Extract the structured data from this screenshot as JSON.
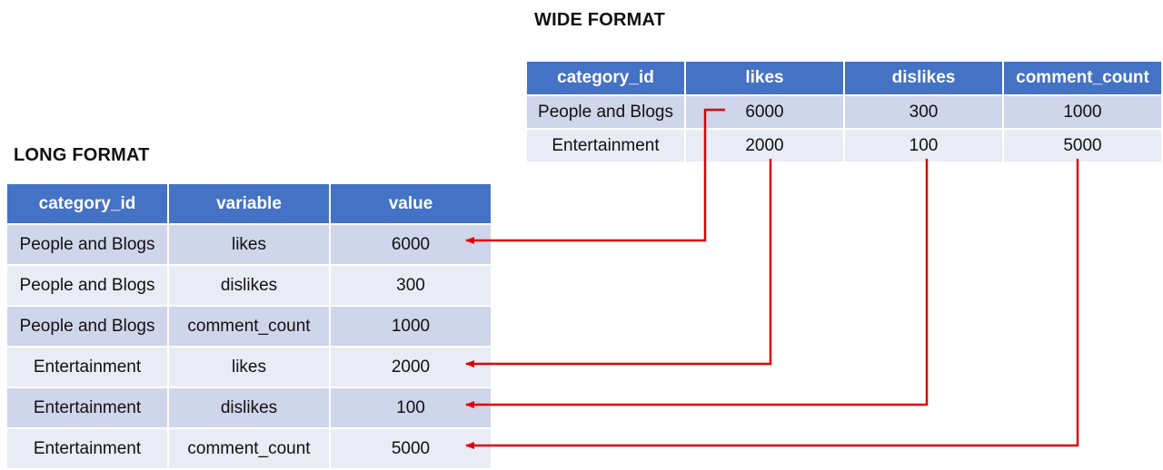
{
  "wide": {
    "title": "WIDE FORMAT",
    "headers": [
      "category_id",
      "likes",
      "dislikes",
      "comment_count"
    ],
    "rows": [
      [
        "People and Blogs",
        "6000",
        "300",
        "1000"
      ],
      [
        "Entertainment",
        "2000",
        "100",
        "5000"
      ]
    ]
  },
  "long": {
    "title": "LONG FORMAT",
    "headers": [
      "category_id",
      "variable",
      "value"
    ],
    "rows": [
      [
        "People and Blogs",
        "likes",
        "6000"
      ],
      [
        "People and Blogs",
        "dislikes",
        "300"
      ],
      [
        "People and Blogs",
        "comment_count",
        "1000"
      ],
      [
        "Entertainment",
        "likes",
        "2000"
      ],
      [
        "Entertainment",
        "dislikes",
        "100"
      ],
      [
        "Entertainment",
        "comment_count",
        "5000"
      ]
    ]
  },
  "colors": {
    "header_bg": "#4472c4",
    "row_dark": "#cfd5ea",
    "row_light": "#e9ebf5",
    "arrow": "#e00000"
  }
}
